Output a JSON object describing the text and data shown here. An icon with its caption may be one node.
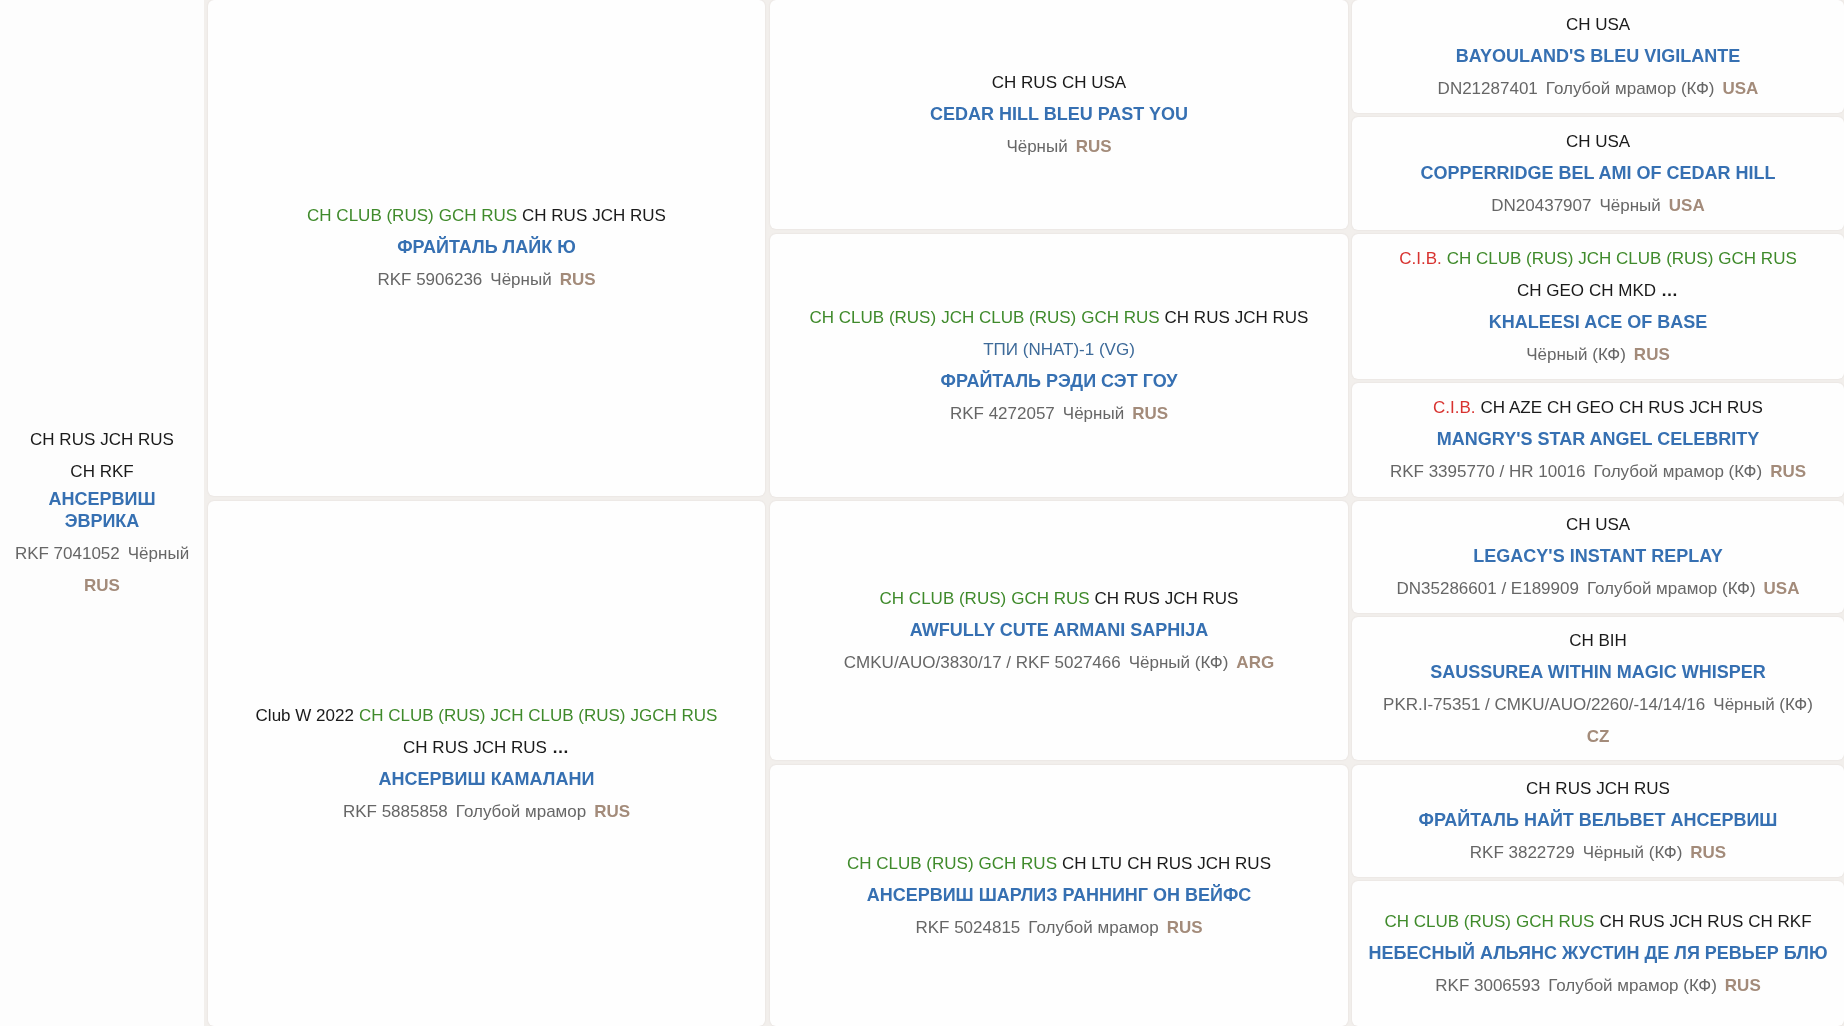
{
  "diagram": {
    "nodes": [
      {
        "text": [
          "CH RUS",
          "JCH RUS",
          "CH RKF",
          "АНСЕРВИШ ЭВРИКА",
          "RKF 7041052",
          "Чёрный",
          "RUS"
        ]
      },
      {
        "text": [
          "CH CLUB (RUS)",
          "GCH RUS",
          "CH RUS",
          "JCH RUS",
          "ФРАЙТАЛЬ ЛАЙК Ю",
          "RKF 5906236",
          "Чёрный",
          "RUS"
        ]
      },
      {
        "text": [
          "Club W 2022",
          "CH CLUB (RUS)",
          "JCH CLUB (RUS)",
          "JGCH RUS",
          "CH RUS",
          "JCH RUS",
          "…",
          "АНСЕРВИШ КАМАЛАНИ",
          "RKF 5885858",
          "Голубой мрамор",
          "RUS"
        ]
      },
      {
        "text": [
          "CH RUS",
          "CH USA",
          "CEDAR HILL BLEU PAST YOU",
          "Чёрный",
          "RUS"
        ]
      },
      {
        "text": [
          "CH CLUB (RUS)",
          "JCH CLUB (RUS)",
          "GCH RUS",
          "CH RUS",
          "JCH RUS",
          "ТПИ (NHAT)-1 (VG)",
          "ФРАЙТАЛЬ РЭДИ СЭТ ГОУ",
          "RKF 4272057",
          "Чёрный",
          "RUS"
        ]
      },
      {
        "text": [
          "CH CLUB (RUS)",
          "GCH RUS",
          "CH RUS",
          "JCH RUS",
          "AWFULLY CUTE ARMANI SAPHIJA",
          "CMKU/AUO/3830/17 / RKF 5027466",
          "Чёрный (КФ)",
          "ARG"
        ]
      },
      {
        "text": [
          "CH CLUB (RUS)",
          "GCH RUS",
          "CH LTU",
          "CH RUS",
          "JCH RUS",
          "АНСЕРВИШ ШАРЛИЗ РАННИНГ ОН ВЕЙФС",
          "RKF 5024815",
          "Голубой мрамор",
          "RUS"
        ]
      },
      {
        "text": [
          "CH USA",
          "BAYOULAND'S BLEU VIGILANTE",
          "DN21287401",
          "Голубой мрамор (КФ)",
          "USA"
        ]
      },
      {
        "text": [
          "CH USA",
          "COPPERRIDGE BEL AMI OF CEDAR HILL",
          "DN20437907",
          "Чёрный",
          "USA"
        ]
      },
      {
        "text": [
          "C.I.B.",
          "CH CLUB (RUS)",
          "JCH CLUB (RUS)",
          "GCH RUS",
          "CH GEO",
          "CH MKD",
          "…",
          "KHALEESI ACE OF BASE",
          "Чёрный (КФ)",
          "RUS"
        ]
      },
      {
        "text": [
          "C.I.B.",
          "CH AZE",
          "CH GEO",
          "CH RUS",
          "JCH RUS",
          "MANGRY'S STAR ANGEL CELEBRITY",
          "RKF 3395770 / HR 10016",
          "Голубой мрамор (КФ)",
          "RUS"
        ]
      },
      {
        "text": [
          "CH USA",
          "LEGACY'S INSTANT REPLAY",
          "DN35286601 / E189909",
          "Голубой мрамор (КФ)",
          "USA"
        ]
      },
      {
        "text": [
          "CH BIH",
          "SAUSSUREA WITHIN MAGIC WHISPER",
          "PKR.I-75351 / CMKU/AUO/2260/-14/14/16",
          "Чёрный (КФ)",
          "CZ"
        ]
      },
      {
        "text": [
          "CH RUS",
          "JCH RUS",
          "ФРАЙТАЛЬ НАЙТ ВЕЛЬВЕТ АНСЕРВИШ",
          "RKF 3822729",
          "Чёрный (КФ)",
          "RUS"
        ]
      },
      {
        "text": [
          "CH CLUB (RUS)",
          "GCH RUS",
          "CH RUS",
          "JCH RUS",
          "CH RKF",
          "НЕБЕСНЫЙ АЛЬЯНС ЖУСТИН ДЕ ЛЯ РЕВЬЕР БЛЮ",
          "RKF 3006593",
          "Голубой мрамор (КФ)",
          "RUS"
        ]
      }
    ]
  }
}
